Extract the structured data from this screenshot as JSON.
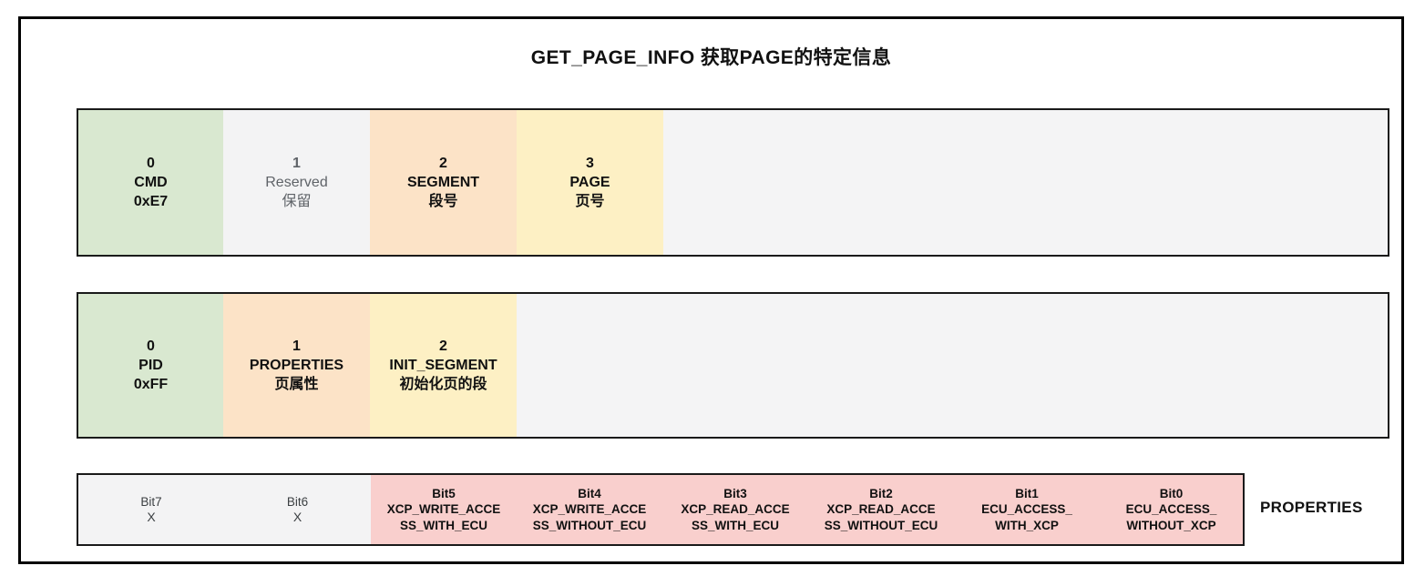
{
  "title": "GET_PAGE_INFO  获取PAGE的特定信息",
  "command_packet": {
    "name": "command-packet",
    "cells": [
      {
        "index": "0",
        "name": "CMD",
        "desc": "0xE7",
        "color": "#d9e8d0",
        "style": "bold",
        "width": 159
      },
      {
        "index": "1",
        "name": "Reserved",
        "desc": "保留",
        "color": "#f3f3f4",
        "style": "muted",
        "width": 161
      },
      {
        "index": "2",
        "name": "SEGMENT",
        "desc": "段号",
        "color": "#fce3c7",
        "style": "bold",
        "width": 161
      },
      {
        "index": "3",
        "name": "PAGE",
        "desc": "页号",
        "color": "#fdf0c4",
        "style": "bold",
        "width": 161
      }
    ]
  },
  "response_packet": {
    "name": "response-packet",
    "cells": [
      {
        "index": "0",
        "name": "PID",
        "desc": "0xFF",
        "color": "#d9e8d0",
        "style": "bold",
        "width": 159
      },
      {
        "index": "1",
        "name": "PROPERTIES",
        "desc": "页属性",
        "color": "#fce3c7",
        "style": "bold",
        "width": 161
      },
      {
        "index": "2",
        "name": "INIT_SEGMENT",
        "desc": "初始化页的段",
        "color": "#fdf0c4",
        "style": "bold",
        "width": 161
      }
    ]
  },
  "bitfield": {
    "label": "PROPERTIES",
    "bits": [
      {
        "index": "Bit7",
        "line1": "X",
        "line2": "",
        "color": "#f3f3f4",
        "style": "plain",
        "width": 160
      },
      {
        "index": "Bit6",
        "line1": "X",
        "line2": "",
        "color": "#f3f3f4",
        "style": "plain",
        "width": 161
      },
      {
        "index": "Bit5",
        "line1": "XCP_WRITE_ACCE",
        "line2": "SS_WITH_ECU",
        "color": "#f9cfcd",
        "style": "bold",
        "width": 160
      },
      {
        "index": "Bit4",
        "line1": "XCP_WRITE_ACCE",
        "line2": "SS_WITHOUT_ECU",
        "color": "#f9cfcd",
        "style": "bold",
        "width": 160
      },
      {
        "index": "Bit3",
        "line1": "XCP_READ_ACCE",
        "line2": "SS_WITH_ECU",
        "color": "#f9cfcd",
        "style": "bold",
        "width": 160
      },
      {
        "index": "Bit2",
        "line1": "XCP_READ_ACCE",
        "line2": "SS_WITHOUT_ECU",
        "color": "#f9cfcd",
        "style": "bold",
        "width": 160
      },
      {
        "index": "Bit1",
        "line1": "ECU_ACCESS_",
        "line2": "WITH_XCP",
        "color": "#f9cfcd",
        "style": "bold",
        "width": 160
      },
      {
        "index": "Bit0",
        "line1": "ECU_ACCESS_",
        "line2": "WITHOUT_XCP",
        "color": "#f9cfcd",
        "style": "bold",
        "width": 157
      }
    ]
  }
}
